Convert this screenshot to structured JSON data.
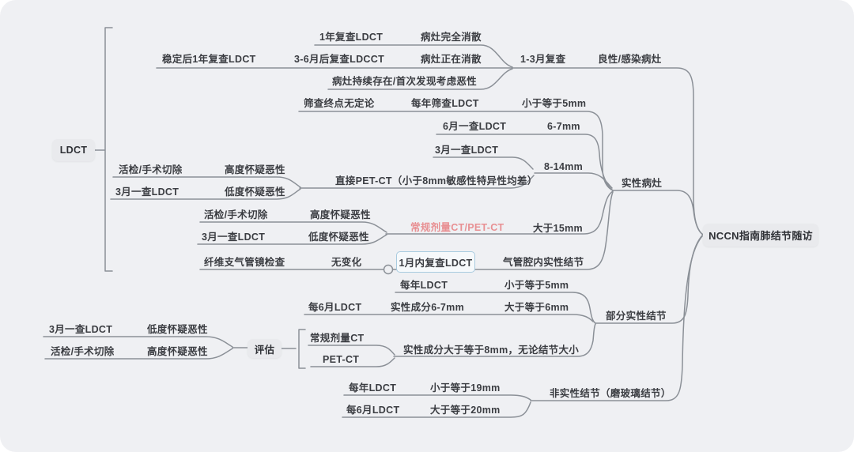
{
  "colors": {
    "background": "#eff0f3",
    "line": "#8b9097",
    "text": "#3b3d42",
    "highlight_text": "#e89093",
    "node_fill": "#e9eaed",
    "focus_border": "#a8cbdf"
  },
  "root_label": "NCCN指南肺结节随访",
  "ldct_label": "LDCT",
  "benign": {
    "outcome": "良性/感染病灶",
    "review": "1-3月复查",
    "resolved": {
      "follow": "1年复查LDCT",
      "status": "病灶完全消散"
    },
    "resolving": {
      "pre": "稳定后1年复查LDCT",
      "follow": "3-6月后复查LDCCT",
      "status": "病灶正在消散"
    },
    "persistent": {
      "status": "病灶持续存在/首次发现考虑恶性"
    }
  },
  "solid": {
    "label": "实性病灶",
    "le5": {
      "note": "筛查终点无定论",
      "follow": "每年筛查LDCT",
      "size": "小于等于5mm"
    },
    "s6_7": {
      "follow": "6月一查LDCT",
      "size": "6-7mm"
    },
    "s8_14": {
      "follow": "3月一查LDCT",
      "size": "8-14mm",
      "high": {
        "action": "活检/手术切除",
        "susp": "高度怀疑恶性"
      },
      "low": {
        "action": "3月一查LDCT",
        "susp": "低度怀疑恶性"
      },
      "pet": "直接PET-CT（小于8mm敏感性特异性均差）"
    },
    "gt15": {
      "size": "大于15mm",
      "ct": "常规剂量CT/PET-CT",
      "high": {
        "action": "活检/手术切除",
        "susp": "高度怀疑恶性"
      },
      "low": {
        "action": "3月一查LDCT",
        "susp": "低度怀疑恶性"
      }
    },
    "airway": {
      "type": "气管腔内实性结节",
      "review": "1月内复查LDCT",
      "nochange": "无变化",
      "broncho": "纤维支气管镜检查"
    }
  },
  "part_solid": {
    "label": "部分实性结节",
    "le5": {
      "follow": "每年LDCT",
      "size": "小于等于5mm"
    },
    "ge6": {
      "follow": "每6月LDCT",
      "solid": "实性成分6-7mm",
      "size": "大于等于6mm"
    },
    "ge8": {
      "cond": "实性成分大于等于8mm，无论结节大小",
      "eval": "评估",
      "ct": "常规剂量CT",
      "pet": "PET-CT",
      "low": {
        "action": "3月一查LDCT",
        "susp": "低度怀疑恶性"
      },
      "high": {
        "action": "活检/手术切除",
        "susp": "高度怀疑恶性"
      }
    }
  },
  "non_solid": {
    "label": "非实性结节（磨玻璃结节）",
    "le19": {
      "follow": "每年LDCT",
      "size": "小于等于19mm"
    },
    "ge20": {
      "follow": "每6月LDCT",
      "size": "大于等于20mm"
    }
  }
}
